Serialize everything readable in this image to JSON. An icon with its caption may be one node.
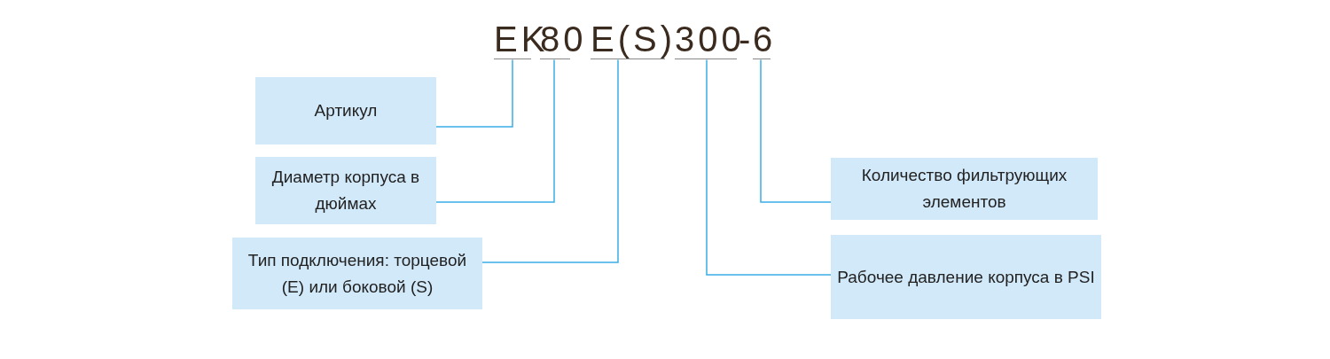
{
  "diagram": {
    "nodes": [
      {
        "text": [
          "EK"
        ]
      },
      {
        "text": [
          "80"
        ]
      },
      {
        "text": [
          "E(S)"
        ]
      },
      {
        "text": [
          "300"
        ]
      },
      {
        "text": [
          "6"
        ]
      },
      {
        "text": [
          "Артикул"
        ]
      },
      {
        "text": [
          "Диаметр корпуса в дюймах"
        ]
      },
      {
        "text": [
          "Тип подключения: торцевой (E) или боковой (S)"
        ]
      },
      {
        "text": [
          "Количество фильтрующих элементов"
        ]
      },
      {
        "text": [
          "Рабочее давление корпуса в PSI"
        ]
      }
    ],
    "edges": [
      {
        "from": 5,
        "to": 0,
        "arrow": "none"
      },
      {
        "from": 6,
        "to": 1,
        "arrow": "none"
      },
      {
        "from": 7,
        "to": 2,
        "arrow": "none"
      },
      {
        "from": 8,
        "to": 4,
        "arrow": "none"
      },
      {
        "from": 9,
        "to": 3,
        "arrow": "none"
      }
    ],
    "labels": [
      "-"
    ]
  }
}
